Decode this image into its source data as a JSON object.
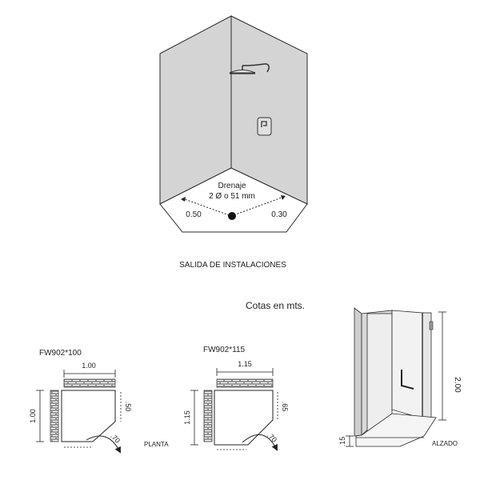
{
  "install": {
    "drain_label": "Drenaje",
    "drain_spec": "2 Ø o 51 mm",
    "left_dim": "0.50",
    "right_dim": "0.30",
    "caption": "SALIDA DE INSTALACIONES"
  },
  "units_note": "Cotas en mts.",
  "plan100": {
    "model": "FW902*100",
    "width": "1.00",
    "depth": "1.00",
    "side": ".50",
    "door": ".70"
  },
  "plan115": {
    "model": "FW902*115",
    "width": "1.15",
    "depth": "1.15",
    "side": ".65",
    "door": ".70"
  },
  "planta_label": "PLANTA",
  "elevation": {
    "height": "2.00",
    "base": ".15",
    "label": "ALZADO"
  },
  "colors": {
    "wall": "#d4d4d4",
    "floor": "#ffffff",
    "stroke": "#2a2a2a",
    "tile": "#8a8a8a"
  }
}
